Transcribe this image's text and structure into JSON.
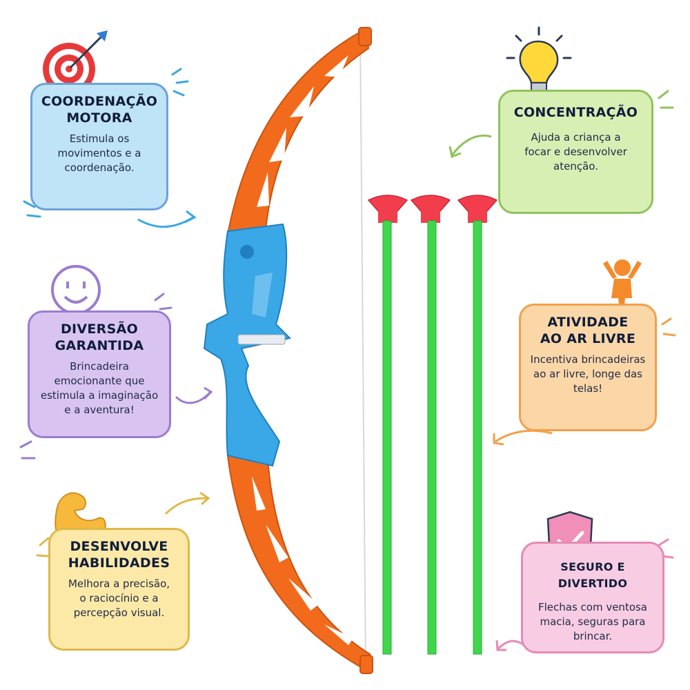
{
  "cards": {
    "coordenacao": {
      "title_l1": "COORDENAÇÃO",
      "title_l2": "MOTORA",
      "desc_l1": "Estimula os",
      "desc_l2": "movimentos e a",
      "desc_l3": "coordenação."
    },
    "diversao": {
      "title_l1": "DIVERSÃO",
      "title_l2": "GARANTIDA",
      "desc_l1": "Brincadeira",
      "desc_l2": "emocionante que",
      "desc_l3": "estimula a imaginação",
      "desc_l4": "e a aventura!"
    },
    "habilidades": {
      "title_l1": "DESENVOLVE",
      "title_l2": "HABILIDADES",
      "desc_l1": "Melhora a precisão,",
      "desc_l2": "o raciocínio e a",
      "desc_l3": "percepção visual."
    },
    "concentracao": {
      "title_l1": "CONCENTRAÇÃO",
      "desc_l1": "Ajuda a criança a",
      "desc_l2": "focar e desenvolver",
      "desc_l3": "atenção."
    },
    "atividade": {
      "title_l1": "ATIVIDADE",
      "title_l2": "AO AR LIVRE",
      "desc_l1": "Incentiva brincadeiras",
      "desc_l2": "ao ar livre, longe das",
      "desc_l3": "telas!"
    },
    "seguro": {
      "title_l1": "SEGURO E DIVERTIDO",
      "desc_l1": "Flechas com ventosa",
      "desc_l2": "macia, seguras para",
      "desc_l3": "brincar."
    }
  },
  "icons": {
    "target": "target-icon",
    "smile": "smiley-face-icon",
    "muscle": "flexed-arm-icon",
    "bulb": "light-bulb-icon",
    "person": "person-cheering-icon",
    "shield": "shield-check-icon"
  },
  "colors": {
    "bow_orange": "#f26b1d",
    "grip_blue": "#3aa7e6",
    "arrow_green": "#3fd64b",
    "suction_red": "#f23d4c"
  }
}
